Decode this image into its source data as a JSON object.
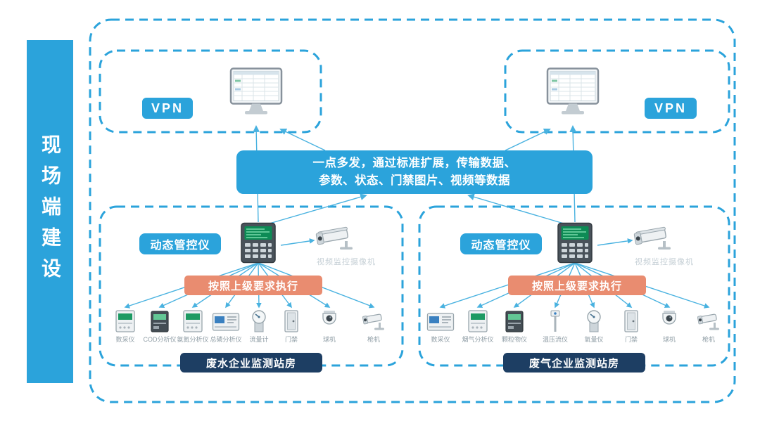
{
  "colors": {
    "accent_blue": "#2BA3DB",
    "line_blue": "#49B2E0",
    "salmon": "#E98C70",
    "navy": "#1D3E63"
  },
  "sidebar": {
    "title": "现场端建设"
  },
  "top_left": {
    "vpn_label": "VPN"
  },
  "top_right": {
    "vpn_label": "VPN"
  },
  "center_box": {
    "line1": "一点多发，通过标准扩展，传输数据、",
    "line2": "参数、状态、门禁图片、视频等数据"
  },
  "station_left": {
    "controller_label": "动态管控仪",
    "camera_label": "视频监控摄像机",
    "command_label": "按照上级要求执行",
    "station_label": "废水企业监测站房",
    "devices": [
      {
        "label": "数采仪"
      },
      {
        "label": "COD分析仪"
      },
      {
        "label": "氨氮分析仪"
      },
      {
        "label": "总磷分析仪"
      },
      {
        "label": "流量计"
      },
      {
        "label": "门禁"
      },
      {
        "label": "球机"
      },
      {
        "label": "枪机"
      }
    ]
  },
  "station_right": {
    "controller_label": "动态管控仪",
    "camera_label": "视频监控摄像机",
    "command_label": "按照上级要求执行",
    "station_label": "废气企业监测站房",
    "devices": [
      {
        "label": "数采仪"
      },
      {
        "label": "烟气分析仪"
      },
      {
        "label": "颗粒物仪"
      },
      {
        "label": "温压流仪"
      },
      {
        "label": "氧量仪"
      },
      {
        "label": "门禁"
      },
      {
        "label": "球机"
      },
      {
        "label": "枪机"
      }
    ]
  }
}
